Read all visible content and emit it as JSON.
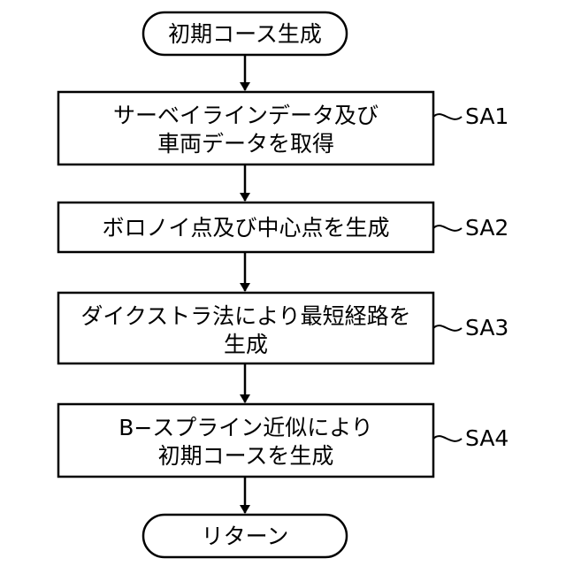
{
  "start": {
    "label": "初期コース生成"
  },
  "steps": [
    {
      "id": "SA1",
      "lines": [
        "サーベイラインデータ及び",
        "車両データを取得"
      ]
    },
    {
      "id": "SA2",
      "lines": [
        "ボロノイ点及び中心点を生成"
      ]
    },
    {
      "id": "SA3",
      "lines": [
        "ダイクストラ法により最短経路を",
        "生成"
      ]
    },
    {
      "id": "SA4",
      "lines": [
        "B−スプライン近似により",
        "初期コースを生成"
      ]
    }
  ],
  "end": {
    "label": "リターン"
  }
}
